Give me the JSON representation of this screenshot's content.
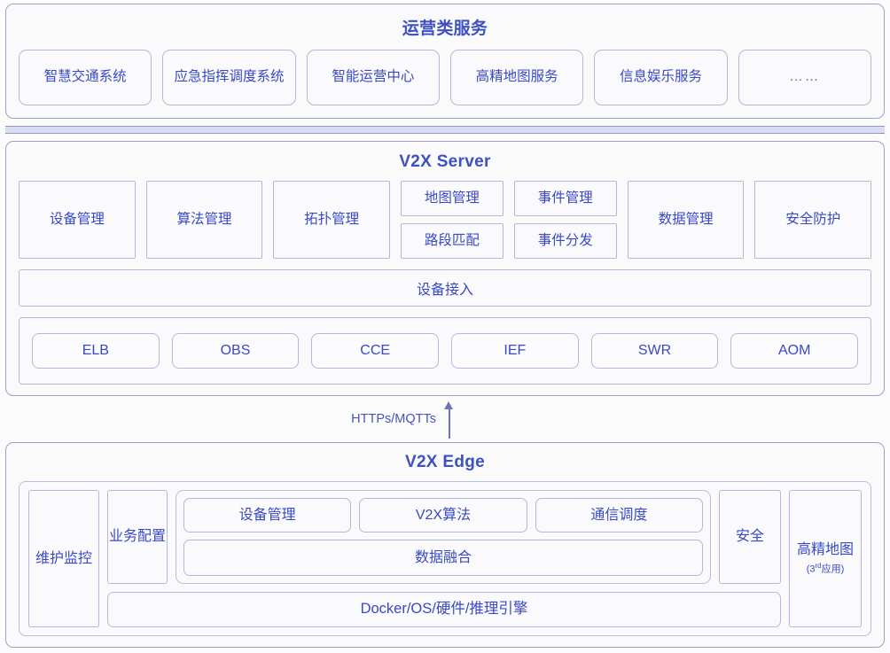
{
  "sections": {
    "operations": {
      "title": "运营类服务",
      "cards": [
        "智慧交通系统",
        "应急指挥调度系统",
        "智能运营中心",
        "高精地图服务",
        "信息娱乐服务",
        "……"
      ]
    },
    "server": {
      "title": "V2X Server",
      "modules": [
        "设备管理",
        "算法管理",
        "拓扑管理",
        "数据管理",
        "安全防护"
      ],
      "paired_modules": [
        {
          "top": "地图管理",
          "bottom": "路段匹配"
        },
        {
          "top": "事件管理",
          "bottom": "事件分发"
        }
      ],
      "device_access": "设备接入",
      "cloud_services": [
        "ELB",
        "OBS",
        "CCE",
        "IEF",
        "SWR",
        "AOM"
      ]
    },
    "connector": {
      "label": "HTTPs/MQTTs",
      "direction": "up"
    },
    "edge": {
      "title": "V2X Edge",
      "maintenance": "维护监控",
      "business_config": "业务配置",
      "group_cards": [
        "设备管理",
        "V2X算法",
        "通信调度"
      ],
      "fusion": "数据融合",
      "security": "安全",
      "platform": "Docker/OS/硬件/推理引擎",
      "hd_map": {
        "name": "高精地图",
        "note_prefix": "(3",
        "note_sup": "rd",
        "note_suffix": "应用)"
      }
    }
  },
  "colors": {
    "accent": "#3949c4",
    "title": "#3d51c0",
    "border": "#b3b9da",
    "outer_border": "#9aa2c8",
    "band": "#d9ddf3",
    "surface": "#fafafc"
  }
}
